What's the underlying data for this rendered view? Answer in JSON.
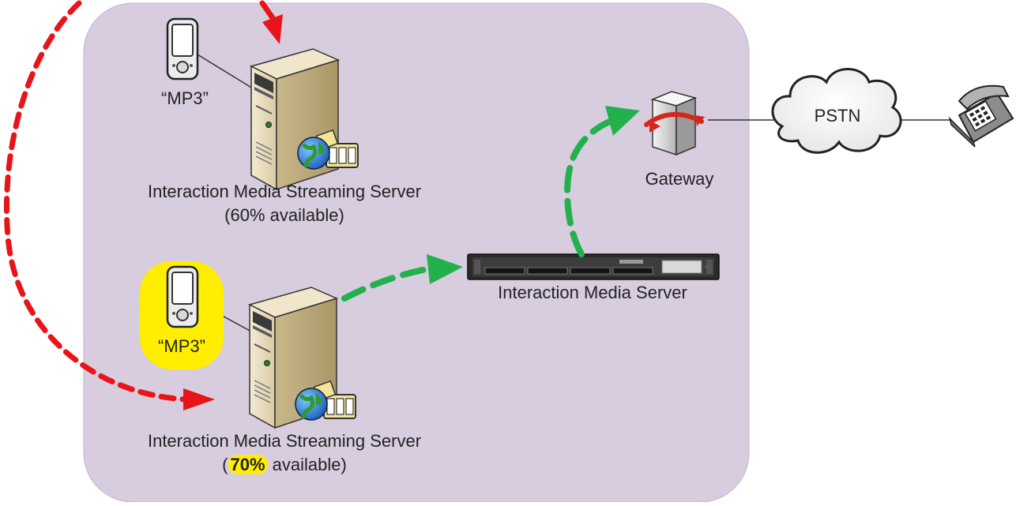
{
  "colors": {
    "zone_fill": "#d8ccdf",
    "highlight": "#ffee00",
    "red_arrow": "#e8141a",
    "green_arrow": "#22b14c",
    "connector": "#333333"
  },
  "nodes": {
    "mp3_top": {
      "label": "“MP3”",
      "icon": "pda-device-icon"
    },
    "streaming_top": {
      "name": "Interaction Media Streaming Server",
      "availability_prefix": "(",
      "availability_value": "60%",
      "availability_suffix": " available)",
      "icon": "tower-server-icon"
    },
    "mp3_bottom": {
      "label": "“MP3”",
      "icon": "pda-device-icon",
      "highlighted": true
    },
    "streaming_bottom": {
      "name": "Interaction Media Streaming Server",
      "availability_prefix": "(",
      "availability_value": "70%",
      "availability_suffix": " available)",
      "icon": "tower-server-icon",
      "value_highlighted": true
    },
    "media_server": {
      "label": "Interaction Media Server",
      "icon": "rack-server-icon"
    },
    "gateway": {
      "label": "Gateway",
      "icon": "gateway-icon"
    },
    "pstn": {
      "label": "PSTN",
      "icon": "cloud-icon"
    },
    "telephone": {
      "icon": "telephone-icon"
    }
  }
}
